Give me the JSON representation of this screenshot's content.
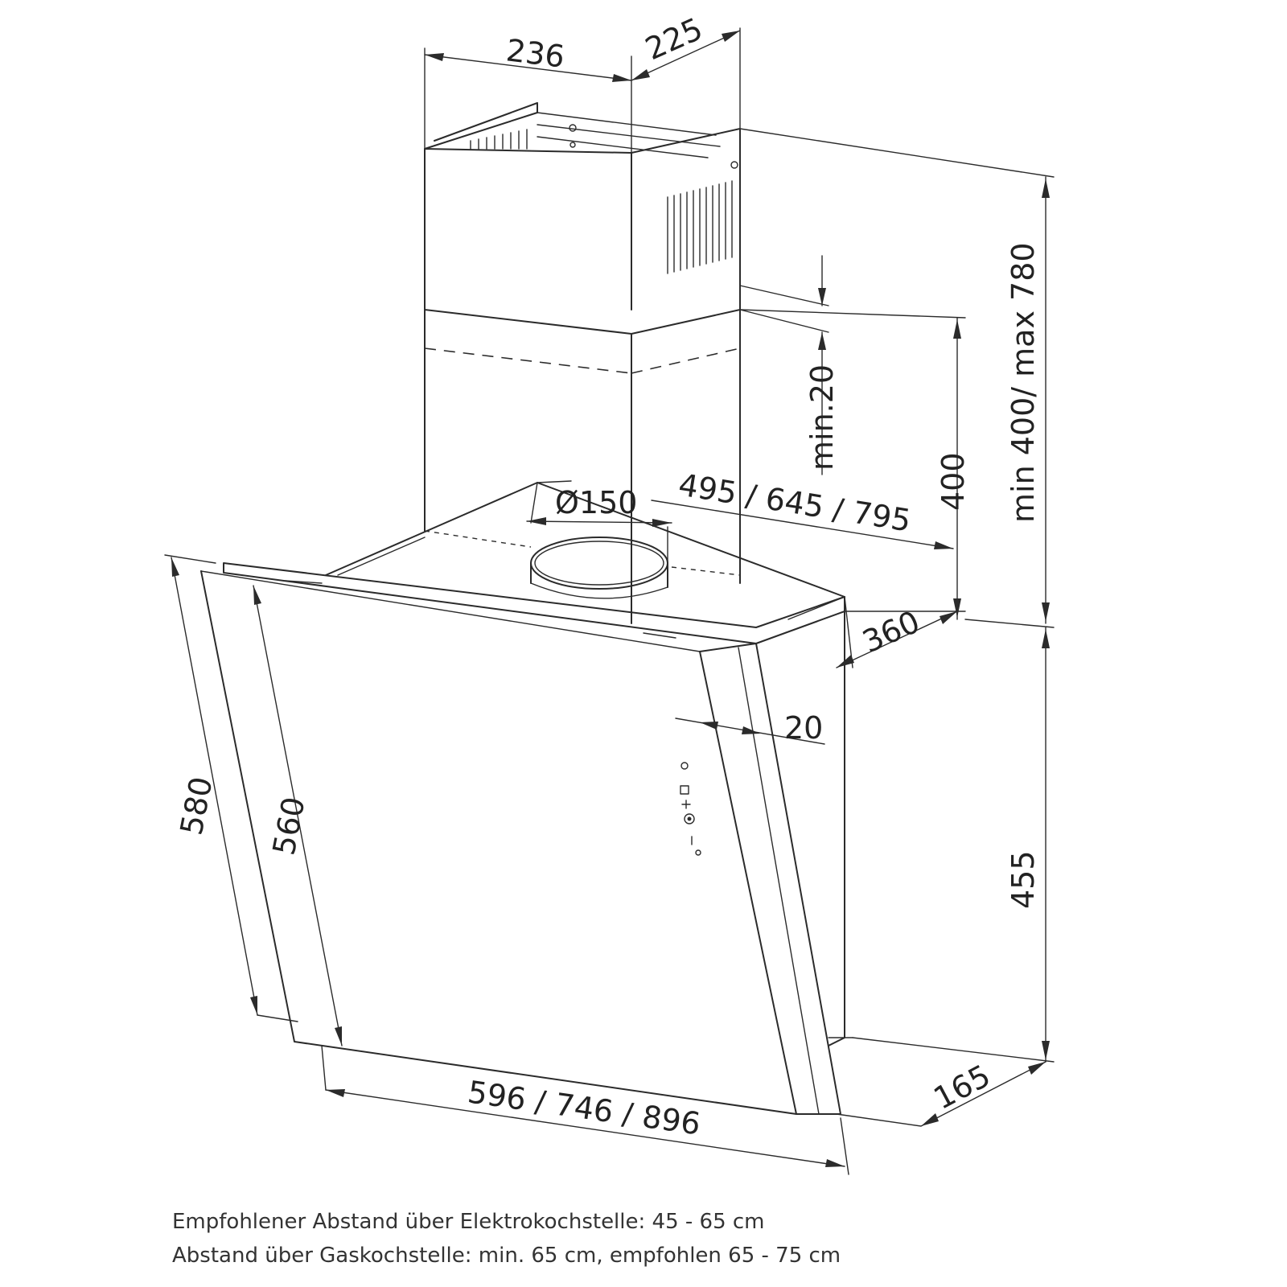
{
  "dimensions": {
    "chimney_width": "236",
    "chimney_depth": "225",
    "chimney_height_range": "min 400/ max 780",
    "min_overlap": "min.20",
    "lower_chimney": "400",
    "duct_diameter": "Ø150",
    "widths_top": "495 / 645 / 795",
    "depth": "360",
    "glass_offset": "20",
    "glass_height_outer": "580",
    "glass_height_inner": "560",
    "body_height": "455",
    "widths_bottom": "596 / 746 / 896",
    "bottom_depth": "165"
  },
  "notes": {
    "line1": "Empfohlener Abstand über Elektrokochstelle: 45 - 65 cm",
    "line2": "Abstand über Gaskochstelle: min. 65 cm, empfohlen 65 - 75 cm"
  },
  "colors": {
    "line": "#2b2b2b",
    "text": "#222222"
  }
}
